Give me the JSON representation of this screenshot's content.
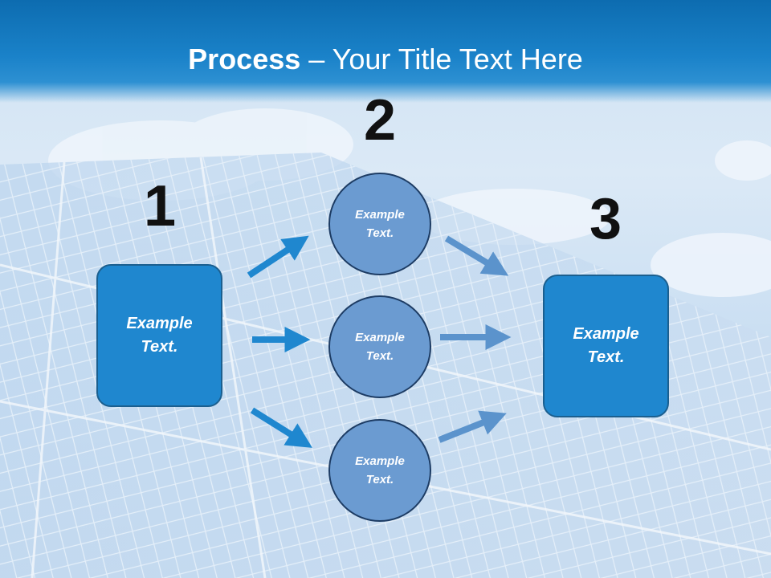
{
  "title": {
    "strong": "Process",
    "rest": " – Your Title Text Here"
  },
  "steps": [
    {
      "number": "1"
    },
    {
      "number": "2"
    },
    {
      "number": "3"
    }
  ],
  "left_box": {
    "line1": "Example",
    "line2": "Text."
  },
  "circles": [
    {
      "line1": "Example",
      "line2": "Text."
    },
    {
      "line1": "Example",
      "line2": "Text."
    },
    {
      "line1": "Example",
      "line2": "Text."
    }
  ],
  "right_box": {
    "line1": "Example",
    "line2": "Text."
  },
  "colors": {
    "header": "#1a82c9",
    "box_fill": "#1f87cf",
    "circle_fill": "#6b9bd1",
    "arrow_left": "#1f87cf",
    "arrow_right": "#5b93cc"
  }
}
